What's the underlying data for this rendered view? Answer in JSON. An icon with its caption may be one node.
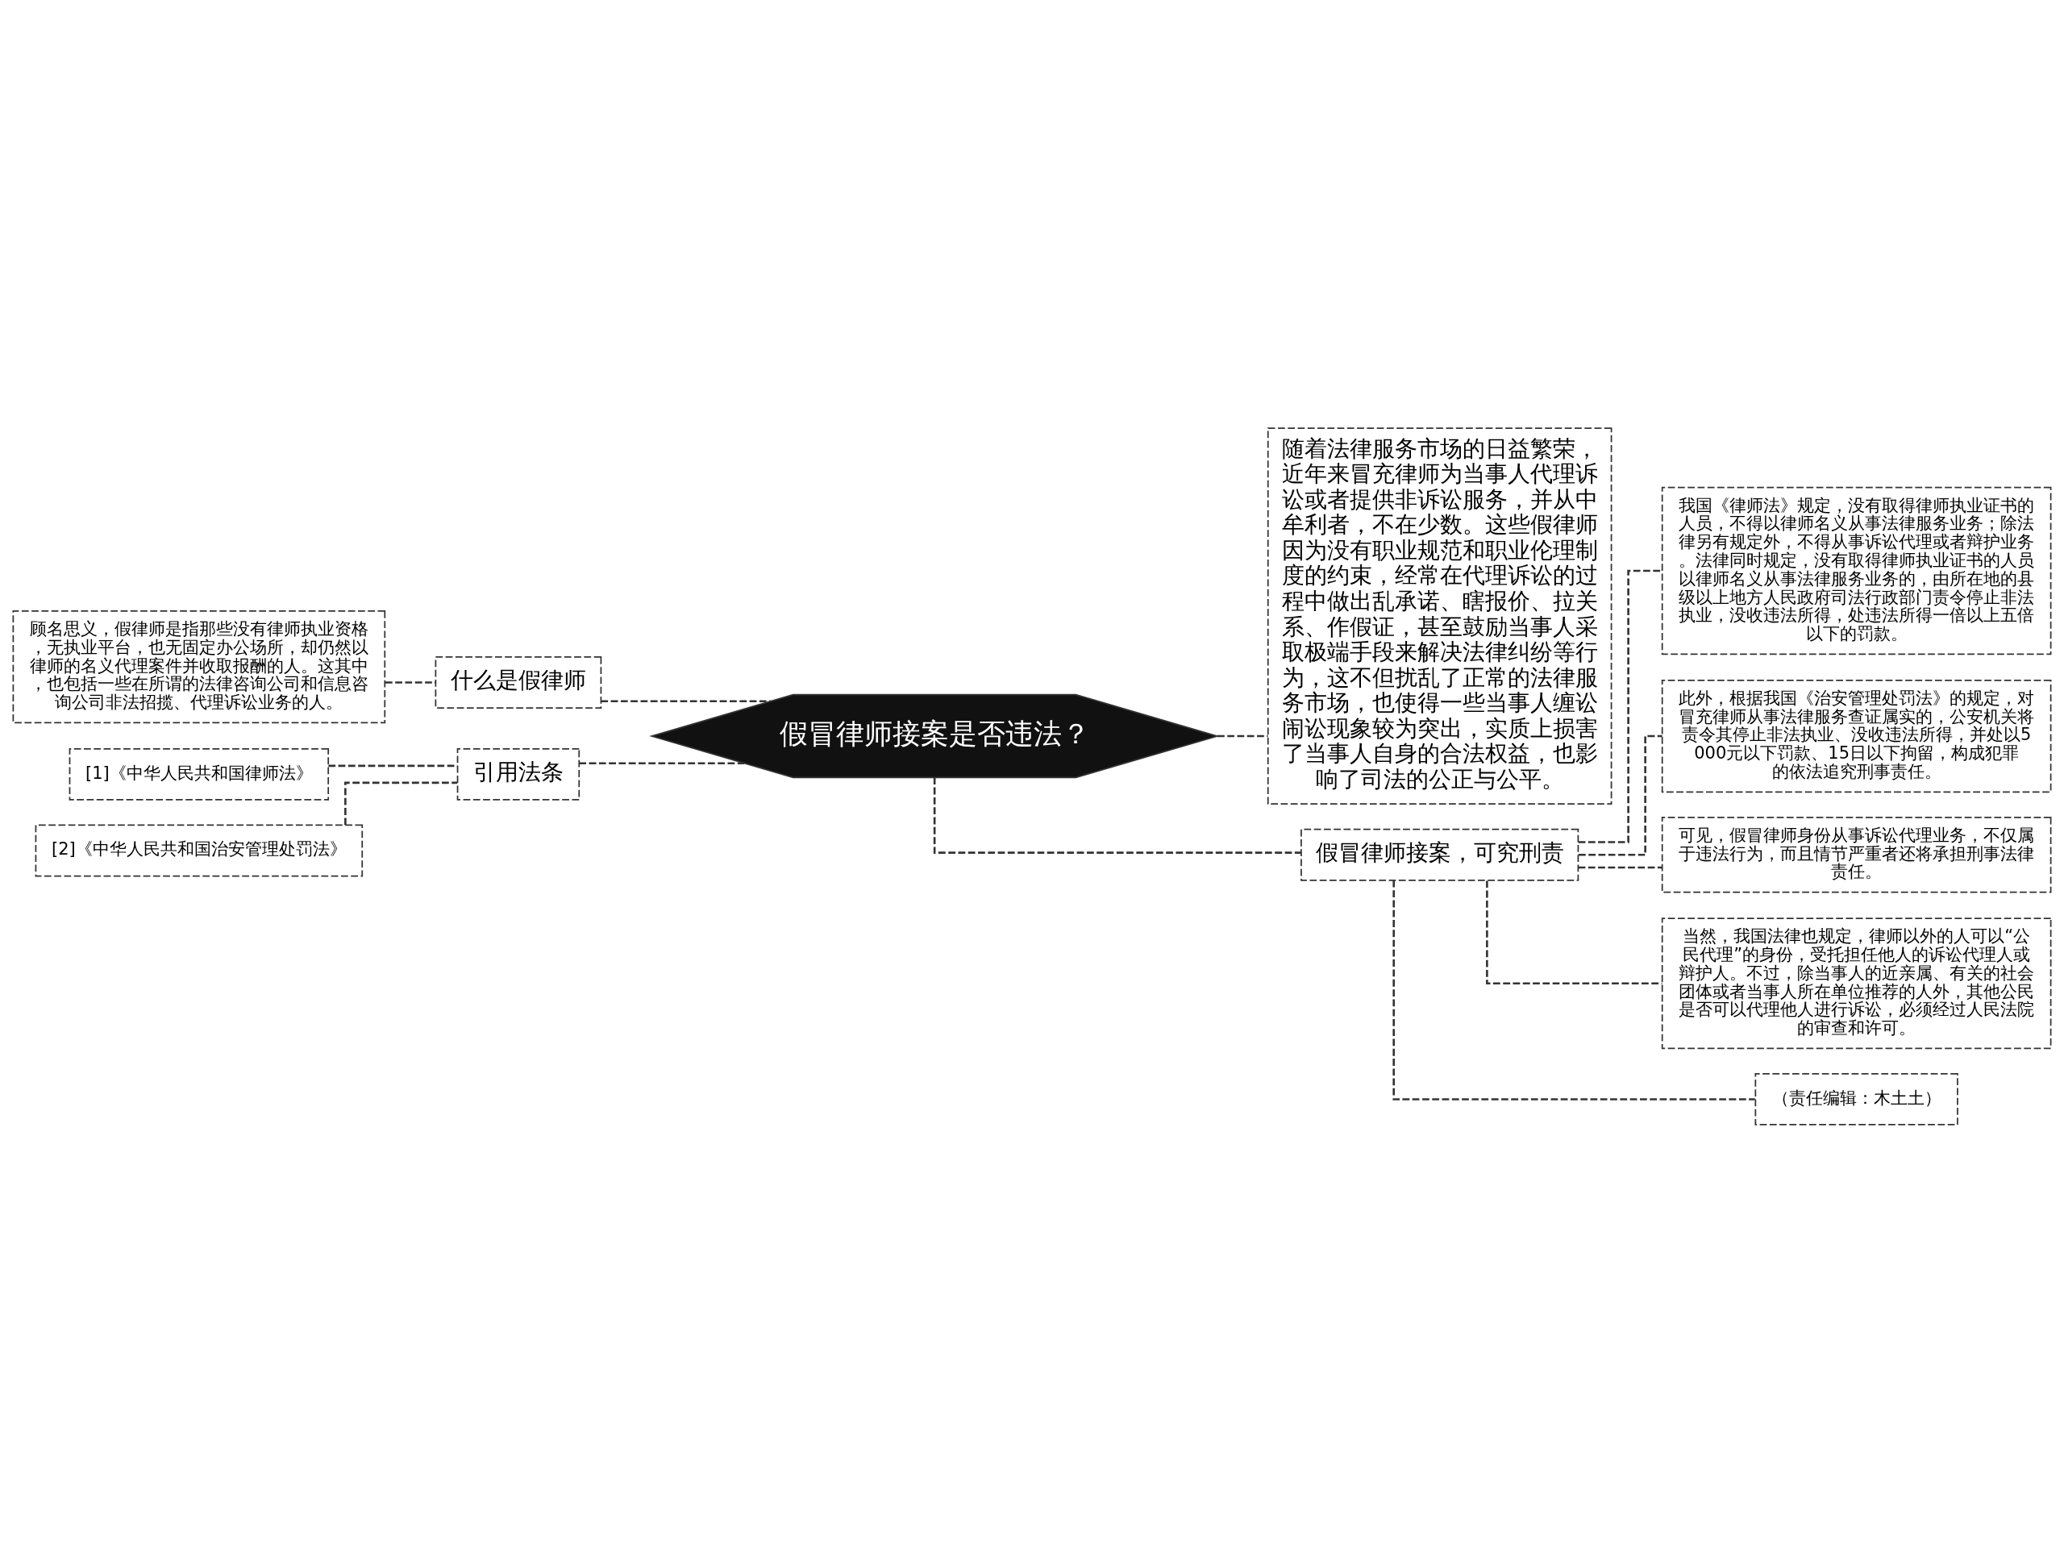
{
  "diagram": {
    "nodes": [
      {
        "text": [
          "假冒律师接案是否违法？"
        ]
      },
      {
        "text": [
          "什么是假律师"
        ]
      },
      {
        "text": [
          "顾名思义，假律师是指那些没有律师执业资格，无执业平台，也无固定办公场所，却仍然以律师的名义代理案件并收取报酬的人。这其中，也包括一些在所谓的法律咨询公司和信息咨询公司非法招揽、代理诉讼业务的人。"
        ]
      },
      {
        "text": [
          "引用法条"
        ]
      },
      {
        "text": [
          "[1]《中华人民共和国律师法》"
        ]
      },
      {
        "text": [
          "[2]《中华人民共和国治安管理处罚法》"
        ]
      },
      {
        "text": [
          "随着法律服务市场的日益繁荣，近年来冒充律师为当事人代理诉讼或者提供非诉讼服务，并从中牟利者，不在少数。这些假律师因为没有职业规范和职业伦理制度的约束，经常在代理诉讼的过程中做出乱承诺、瞎报价、拉关系、作假证，甚至鼓励当事人采取极端手段来解决法律纠纷等行为，这不但扰乱了正常的法律服务市场，也使得一些当事人缠讼闹讼现象较为突出，实质上损害了当事人自身的合法权益，也影响了司法的公正与公平。"
        ]
      },
      {
        "text": [
          "假冒律师接案，可究刑责"
        ]
      },
      {
        "text": [
          "我国《律师法》规定，没有取得律师执业证书的人员，不得以律师名义从事法律服务业务；除法律另有规定外，不得从事诉讼代理或者辩护业务。法律同时规定，没有取得律师执业证书的人员以律师名义从事法律服务业务的，由所在地的县级以上地方人民政府司法行政部门责令停止非法执业，没收违法所得，处违法所得一倍以上五倍以下的罚款。"
        ]
      },
      {
        "text": [
          "此外，根据我国《治安管理处罚法》的规定，对冒充律师从事法律服务查证属实的，公安机关将责令其停止非法执业、没收违法所得，并处以5000元以下罚款、15日以下拘留，构成犯罪的依法追究刑事责任。"
        ]
      },
      {
        "text": [
          "可见，假冒律师身份从事诉讼代理业务，不仅属于违法行为，而且情节严重者还将承担刑事法律责任。"
        ]
      },
      {
        "text": [
          "当然，我国法律也规定，律师以外的人可以“公民代理”的身份，受托担任他人的诉讼代理人或辩护人。不过，除当事人的近亲属、有关的社会团体或者当事人所在单位推荐的人外，其他公民是否可以代理他人进行诉讼，必须经过人民法院的审查和许可。"
        ]
      },
      {
        "text": [
          "（责任编辑：木土土）"
        ]
      }
    ],
    "edges": [
      {
        "from": 0,
        "to": 1,
        "arrow": "none",
        "style": "dashed"
      },
      {
        "from": 1,
        "to": 2,
        "arrow": "none",
        "style": "dashed"
      },
      {
        "from": 0,
        "to": 3,
        "arrow": "none",
        "style": "dashed"
      },
      {
        "from": 3,
        "to": 4,
        "arrow": "none",
        "style": "dashed"
      },
      {
        "from": 3,
        "to": 5,
        "arrow": "none",
        "style": "dashed"
      },
      {
        "from": 0,
        "to": 6,
        "arrow": "none",
        "style": "dashed"
      },
      {
        "from": 0,
        "to": 7,
        "arrow": "none",
        "style": "dashed"
      },
      {
        "from": 7,
        "to": 8,
        "arrow": "none",
        "style": "dashed"
      },
      {
        "from": 7,
        "to": 9,
        "arrow": "none",
        "style": "dashed"
      },
      {
        "from": 7,
        "to": 10,
        "arrow": "none",
        "style": "dashed"
      },
      {
        "from": 7,
        "to": 11,
        "arrow": "none",
        "style": "dashed"
      },
      {
        "from": 7,
        "to": 12,
        "arrow": "none",
        "style": "dashed"
      }
    ]
  }
}
